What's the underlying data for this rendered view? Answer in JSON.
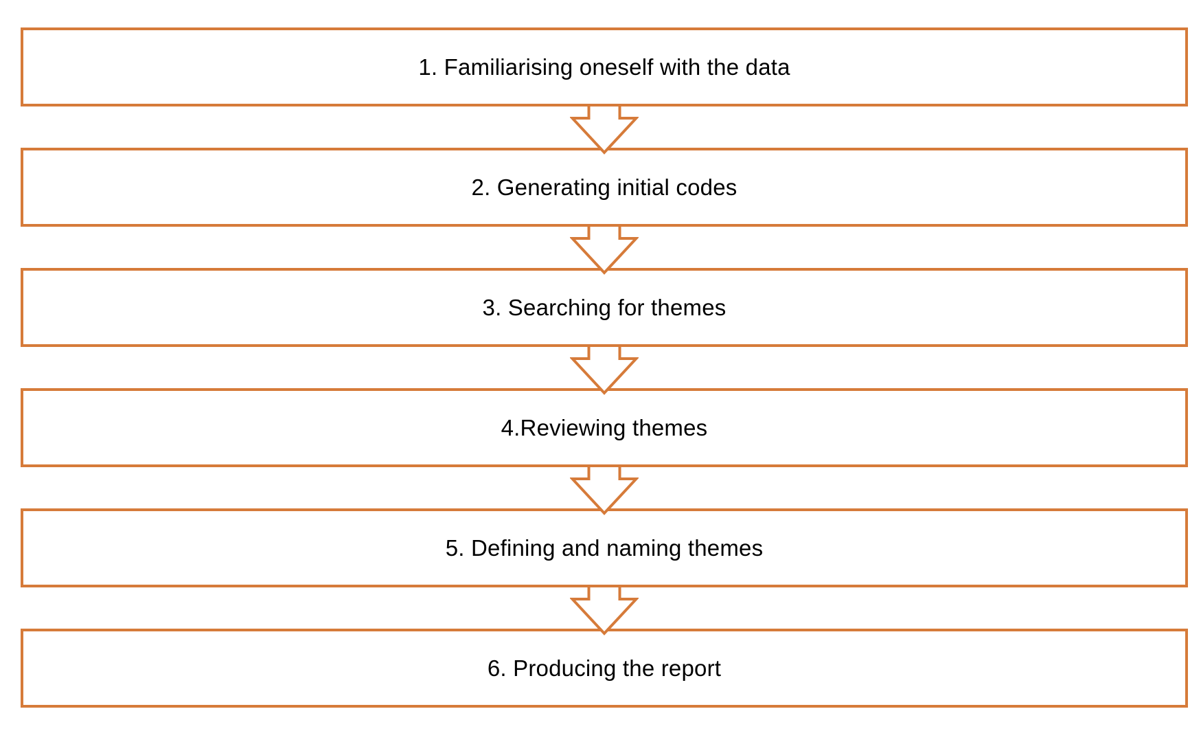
{
  "diagram": {
    "name": "thematic-analysis-process-flowchart",
    "type": "flowchart",
    "direction": "top-to-bottom"
  },
  "steps": [
    {
      "label": "1. Familiarising oneself with the data"
    },
    {
      "label": "2. Generating initial codes"
    },
    {
      "label": "3. Searching for themes"
    },
    {
      "label": "4.Reviewing themes"
    },
    {
      "label": "5. Defining and naming themes"
    },
    {
      "label": "6. Producing the report"
    }
  ],
  "connector": {
    "shape": "notched-down-arrow",
    "count": 5
  },
  "colors": {
    "outline": "#D67B3A",
    "text": "#000000",
    "background": "#FFFFFF"
  }
}
